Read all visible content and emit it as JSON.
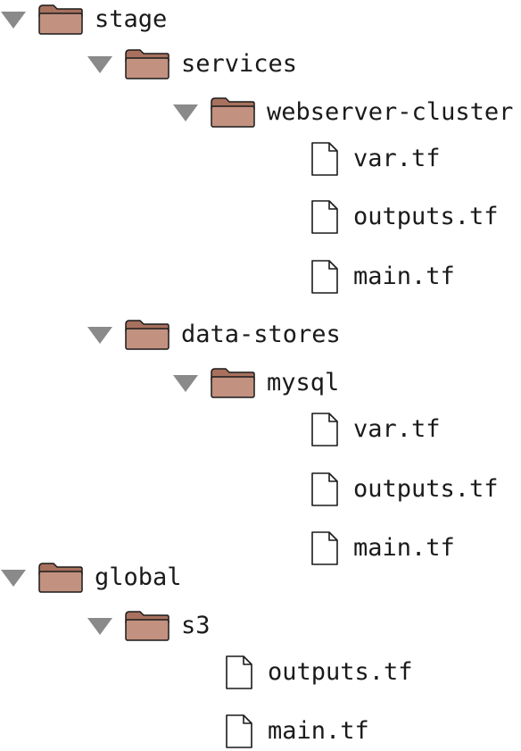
{
  "tree": [
    {
      "type": "folder",
      "depth": 0,
      "label": "stage"
    },
    {
      "type": "folder",
      "depth": 1,
      "label": "services"
    },
    {
      "type": "folder",
      "depth": 2,
      "label": "webserver-cluster"
    },
    {
      "type": "file",
      "depth": 3,
      "label": "var.tf"
    },
    {
      "type": "file",
      "depth": 3,
      "label": "outputs.tf"
    },
    {
      "type": "file",
      "depth": 3,
      "label": "main.tf"
    },
    {
      "type": "folder",
      "depth": 1,
      "label": "data-stores"
    },
    {
      "type": "folder",
      "depth": 2,
      "label": "mysql"
    },
    {
      "type": "file",
      "depth": 3,
      "label": "var.tf"
    },
    {
      "type": "file",
      "depth": 3,
      "label": "outputs.tf"
    },
    {
      "type": "file",
      "depth": 3,
      "label": "main.tf"
    },
    {
      "type": "folder",
      "depth": 0,
      "label": "global"
    },
    {
      "type": "folder",
      "depth": 1,
      "label": "s3"
    },
    {
      "type": "file",
      "depth": 2,
      "label": "outputs.tf"
    },
    {
      "type": "file",
      "depth": 2,
      "label": "main.tf"
    }
  ],
  "colors": {
    "folder_body": "#c39180",
    "folder_tab": "#a8715e",
    "folder_outline": "#1a1a1a",
    "toggle": "#8a8a8a",
    "file_fill": "#ffffff",
    "file_outline": "#1a1a1a"
  },
  "icons": {
    "toggle": "triangle-down-icon",
    "folder": "folder-icon",
    "file": "file-icon"
  }
}
